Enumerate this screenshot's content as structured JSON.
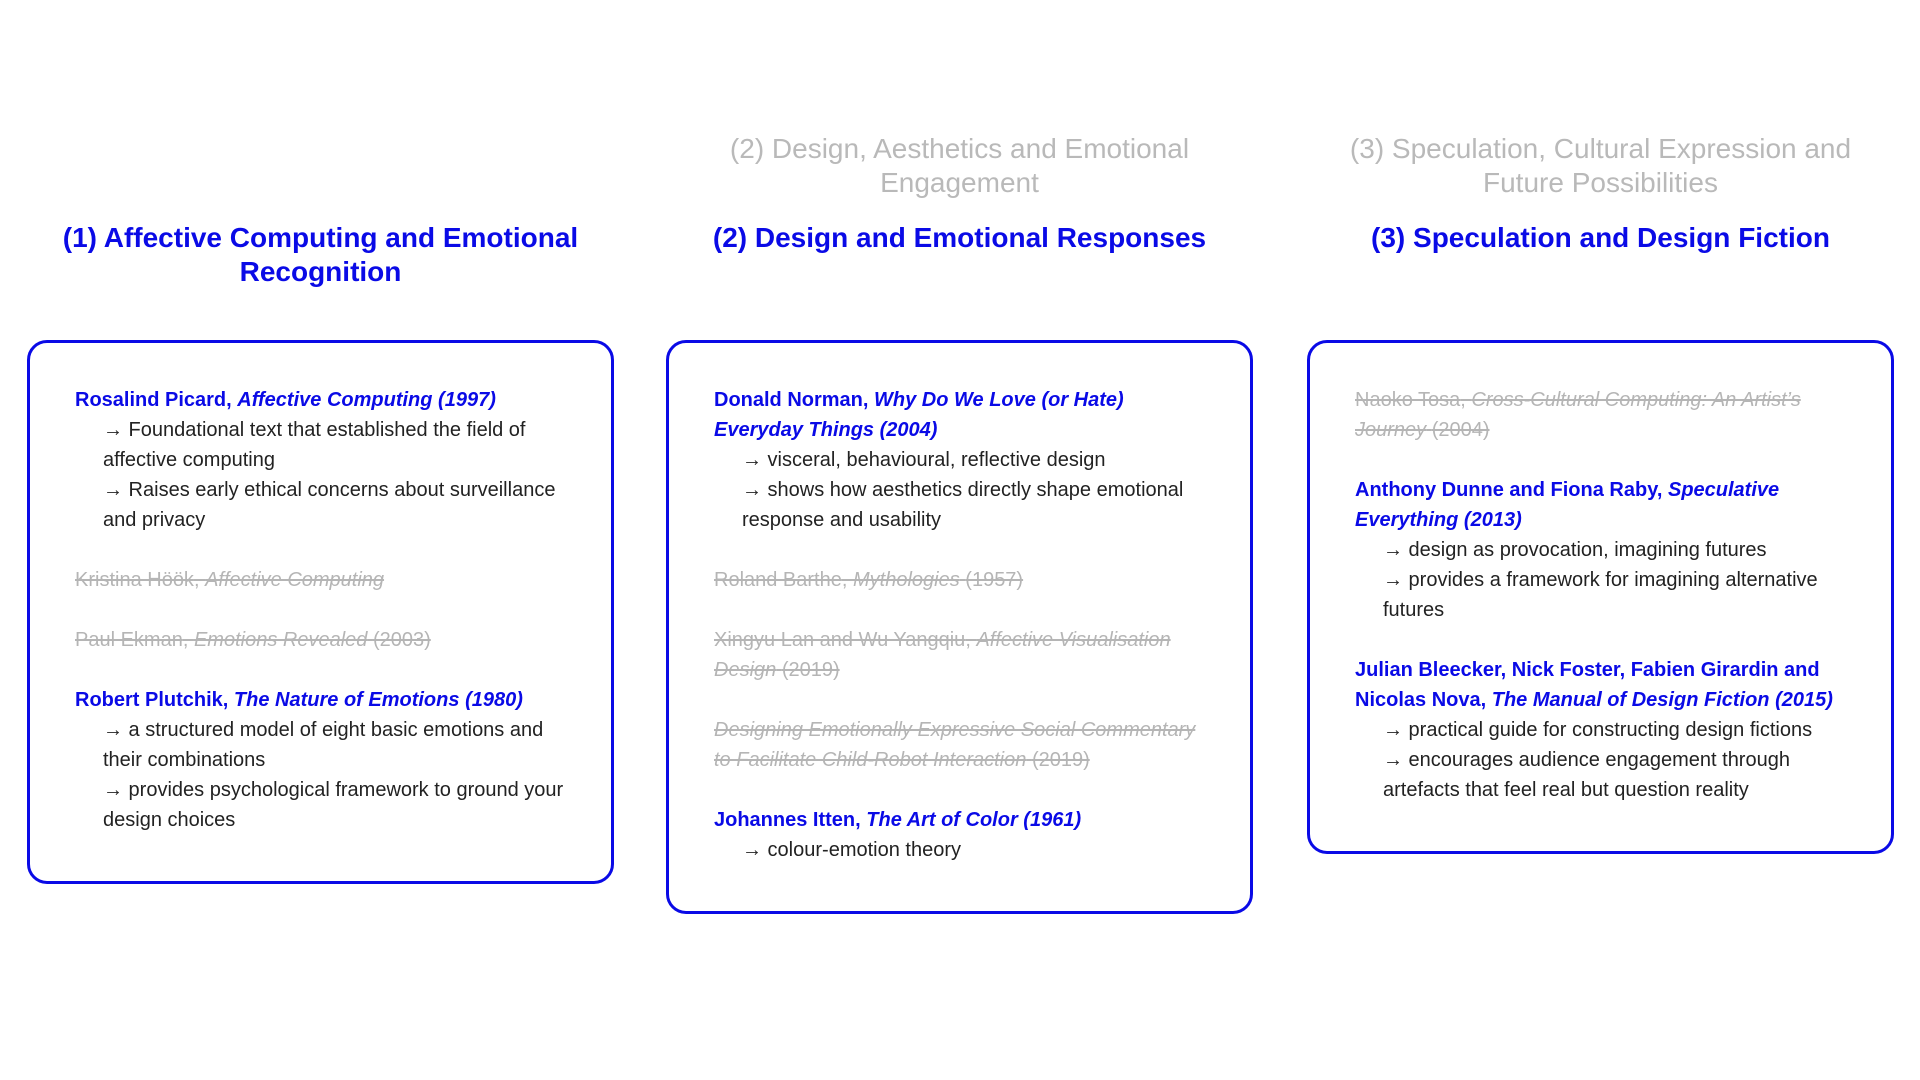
{
  "accent_color": "#0a0ae6",
  "muted_color": "#b5b5b5",
  "columns": [
    {
      "subtitle": "",
      "title": "(1) Affective Computing and Emotional Recognition",
      "entries": [
        {
          "author": "Rosalind Picard",
          "work": "Affective Computing",
          "year": "(1997)",
          "struck": false,
          "bullets": [
            "→ Foundational text that established the field of affective computing",
            "→ Raises early ethical concerns about surveillance and privacy"
          ]
        },
        {
          "author": "Kristina Höök",
          "work": "Affective Computing",
          "year": "",
          "struck": true,
          "bullets": []
        },
        {
          "author": "Paul Ekman",
          "work": "Emotions Revealed",
          "year": "(2003)",
          "struck": true,
          "bullets": []
        },
        {
          "author": "Robert Plutchik",
          "work": "The Nature of Emotions",
          "year": "(1980)",
          "struck": false,
          "bullets": [
            "→ a structured model of eight basic emotions and their combinations",
            "→ provides psychological framework to ground your design choices"
          ]
        }
      ]
    },
    {
      "subtitle": "(2) Design, Aesthetics and Emotional Engagement",
      "title": "(2) Design and Emotional Responses",
      "entries": [
        {
          "author": "Donald Norman",
          "work": "Why Do We Love (or Hate) Everyday Things",
          "year": "(2004)",
          "struck": false,
          "bullets": [
            "→ visceral, behavioural, reflective design",
            "→ shows how aesthetics directly shape emotional response and usability"
          ]
        },
        {
          "author": "Roland Barthe",
          "work": "Mythologies",
          "year": "(1957)",
          "struck": true,
          "bullets": []
        },
        {
          "author": "Xingyu Lan and Wu Yangqiu",
          "work": "Affective Visualisation Design",
          "year": "(2019)",
          "struck": true,
          "bullets": []
        },
        {
          "author": "",
          "work": "Designing Emotionally Expressive Social Commentary to Facilitate Child-Robot Interaction",
          "year": "(2019)",
          "struck": true,
          "bullets": []
        },
        {
          "author": "Johannes Itten",
          "work": "The Art of Color",
          "year": "(1961)",
          "struck": false,
          "bullets": [
            "→ colour-emotion theory"
          ]
        }
      ]
    },
    {
      "subtitle": "(3) Speculation, Cultural Expression and Future Possibilities",
      "title": "(3) Speculation and Design Fiction",
      "entries": [
        {
          "author": "Naoko Tosa",
          "work": "Cross-Cultural Computing: An Artist’s Journey",
          "year": "(2004)",
          "struck": true,
          "bullets": []
        },
        {
          "author": "Anthony Dunne and Fiona Raby",
          "work": "Speculative Everything",
          "year": "(2013)",
          "struck": false,
          "bullets": [
            "→ design as provocation, imagining futures",
            "→ provides a framework for imagining alternative futures"
          ]
        },
        {
          "author": "Julian Bleecker, Nick Foster, Fabien Girardin and Nicolas Nova",
          "work": "The Manual of Design Fiction",
          "year": "(2015)",
          "struck": false,
          "bullets": [
            "→ practical guide for constructing design fictions",
            "→ encourages audience engagement through artefacts that feel real but question reality"
          ]
        }
      ]
    }
  ]
}
